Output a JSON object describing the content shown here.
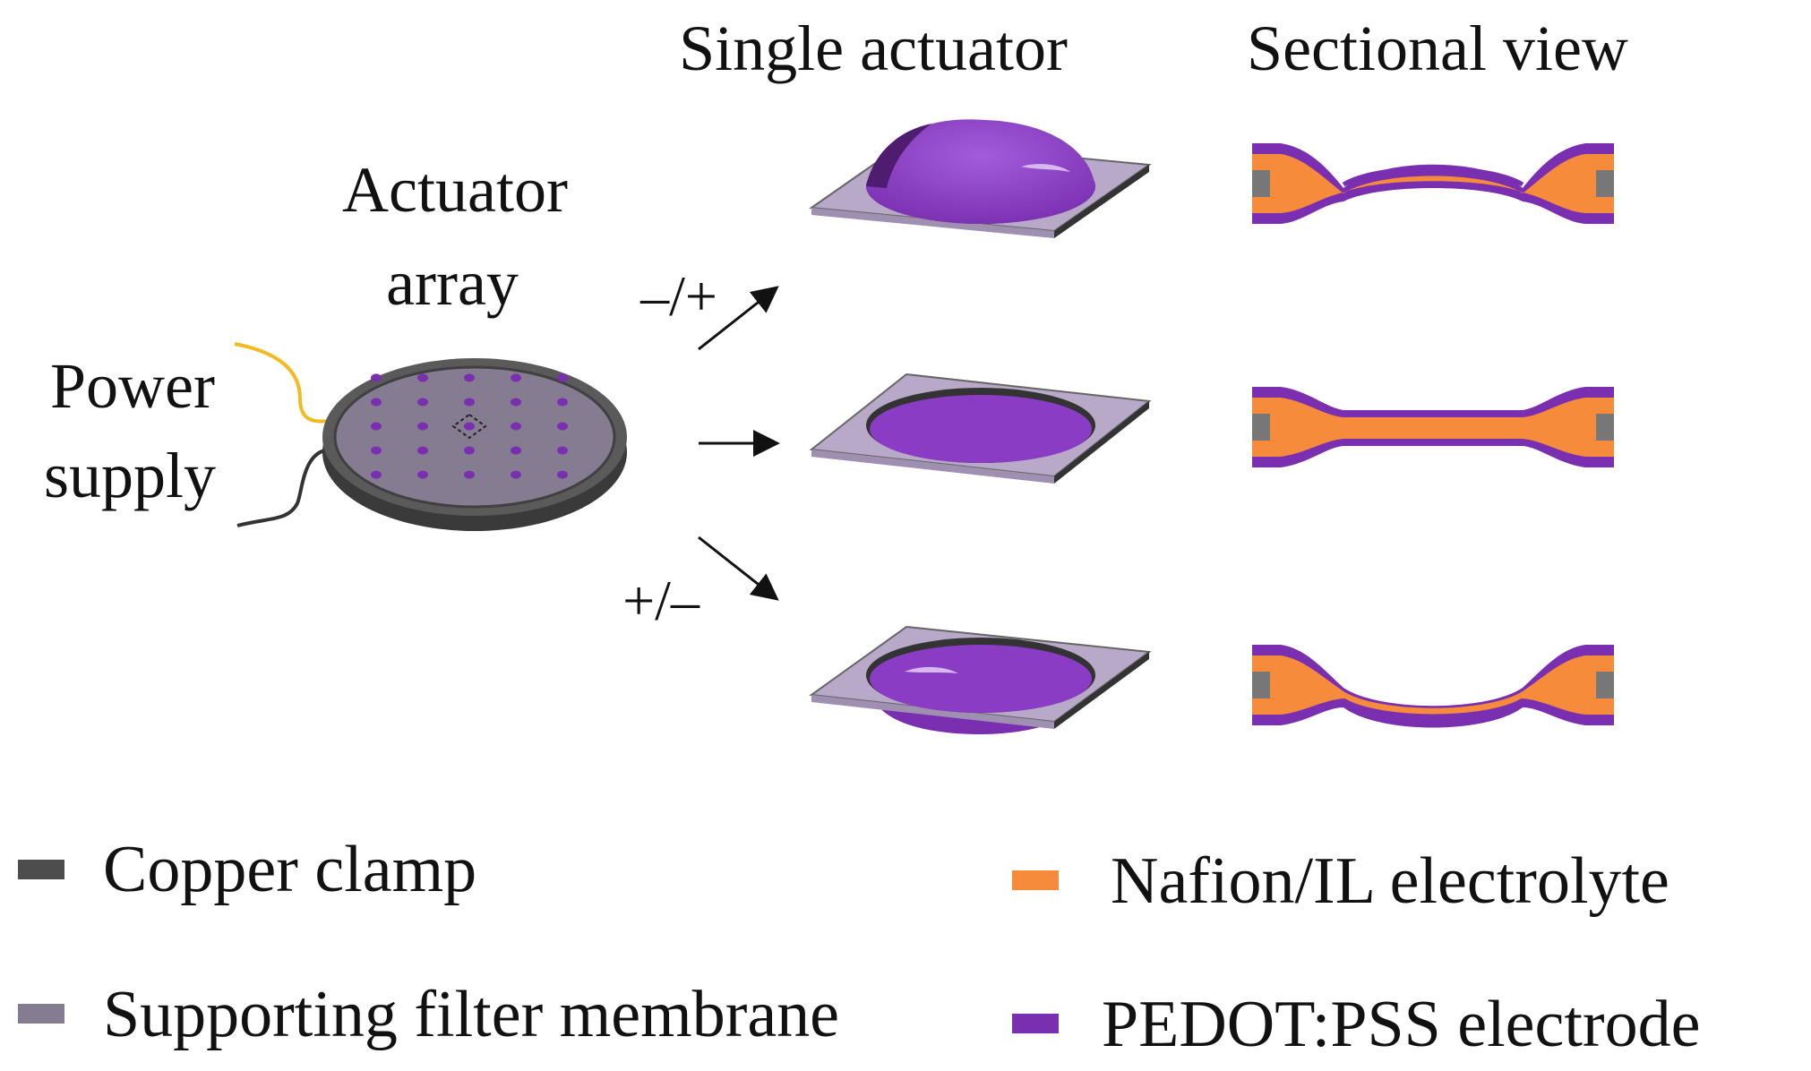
{
  "headers": {
    "single": "Single actuator",
    "sectional": "Sectional view"
  },
  "labels": {
    "actuator_line1": "Actuator",
    "actuator_line2": "array",
    "power_line1": "Power",
    "power_line2": "supply"
  },
  "arrows": {
    "up_polarity": "–/+",
    "down_polarity": "+/–"
  },
  "legend": [
    {
      "label": "Copper clamp",
      "color": "#4d4d4d"
    },
    {
      "label": "Supporting filter membrane",
      "color": "#857c91"
    },
    {
      "label": "Nafion/IL electrolyte",
      "color": "#f68b3c"
    },
    {
      "label": "PEDOT:PSS electrode",
      "color": "#7a2fb0"
    }
  ],
  "colors": {
    "clamp_dark": "#3d3d3d",
    "clamp_face": "#5e5e5e",
    "membrane_disc": "#857c91",
    "membrane_top": "#b8a9c9",
    "membrane_side": "#333333",
    "pedot": "#7a2fb0",
    "pedot_light": "#9a55d2",
    "nafion": "#f68b3c",
    "wire_yellow": "#f1bb22",
    "wire_dark": "#333333",
    "cross_clamp": "#777777"
  }
}
